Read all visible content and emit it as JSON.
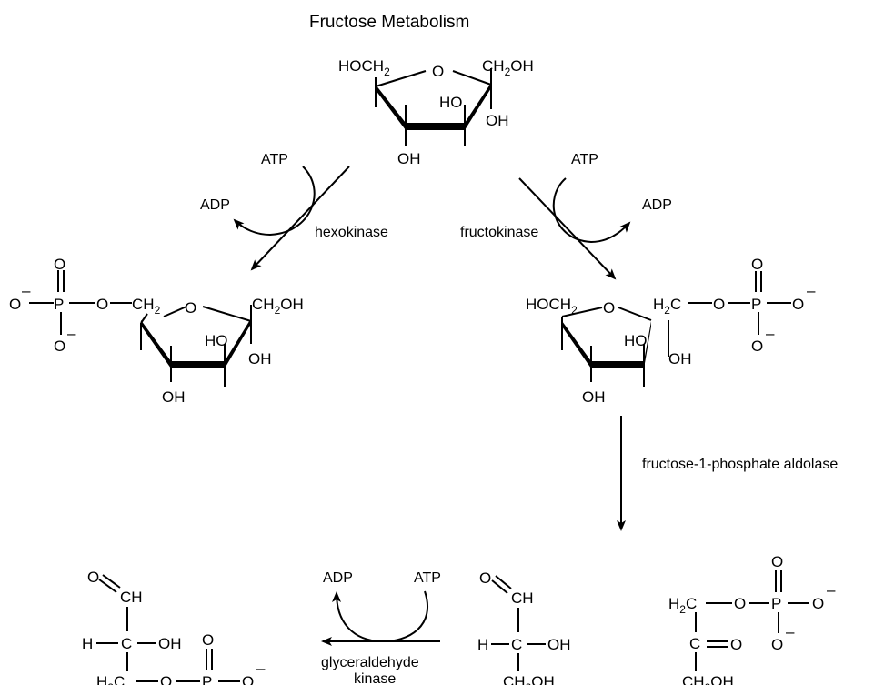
{
  "title": "Fructose Metabolism",
  "enzymes": {
    "hexokinase": "hexokinase",
    "fructokinase": "fructokinase",
    "aldolase": "fructose-1-phosphate aldolase",
    "glyc_kinase_line1": "glyceraldehyde",
    "glyc_kinase_line2": "kinase"
  },
  "cofactors": {
    "atp": "ATP",
    "adp": "ADP"
  },
  "atoms": {
    "HOCH": "HOCH",
    "CH": "CH",
    "OH": "OH",
    "HO": "HO",
    "O": "O",
    "P": "P",
    "H": "H",
    "C": "C",
    "H2C_H": "H",
    "sub2": "2",
    "minus": "–"
  }
}
